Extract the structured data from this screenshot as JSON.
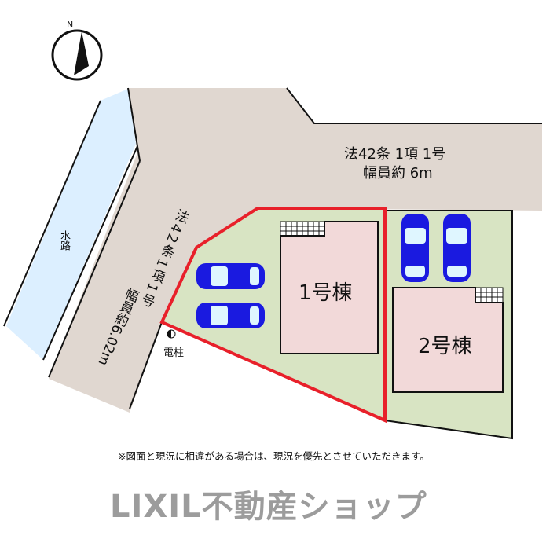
{
  "compass": {
    "label": "N"
  },
  "road_top": {
    "line1": "法42条 1項 1号",
    "line2": "幅員約 6m"
  },
  "road_left": {
    "line1": "法42条1項1号",
    "line2": "幅員約6.02m"
  },
  "waterway": {
    "label": "水路"
  },
  "utility_pole": {
    "label": "電柱"
  },
  "building_1": {
    "label": "1号棟"
  },
  "building_2": {
    "label": "2号棟"
  },
  "watermark": "LIXIL不動産ショップ",
  "note": "※図面と現況に相違がある場合は、現況を優先とさせていただきます。",
  "colors": {
    "road": "#e0d7d0",
    "water": "#dcefff",
    "lot": "#d8e4c3",
    "building": "#f2d9d9",
    "boundary": "#e8202a",
    "car": "#1a1ae0"
  }
}
